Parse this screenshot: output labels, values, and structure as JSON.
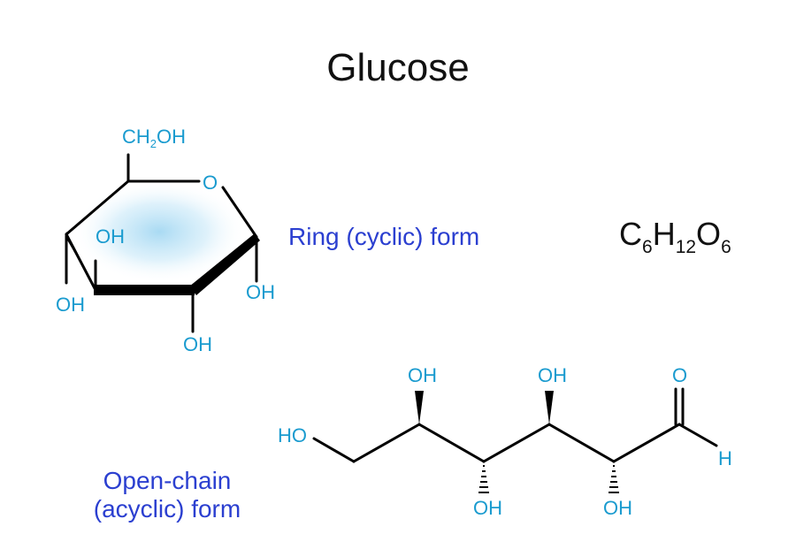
{
  "title": "Glucose",
  "ring_caption": "Ring (cyclic) form",
  "open_caption_line1": "Open-chain",
  "open_caption_line2": "(acyclic) form",
  "formula": {
    "c": "C",
    "c_n": "6",
    "h": "H",
    "h_n": "12",
    "o": "O",
    "o_n": "6"
  },
  "ring": {
    "ch2oh_ch": "CH",
    "ch2oh_sub": "2",
    "ch2oh_oh": "OH",
    "ring_o": "O",
    "oh_inner": "OH",
    "oh_left": "OH",
    "oh_right": "OH",
    "oh_bottom": "OH"
  },
  "chain": {
    "ho_start": "HO",
    "oh_up_1": "OH",
    "oh_up_2": "OH",
    "oh_down_1": "OH",
    "oh_down_2": "OH",
    "aldehyde_o": "O",
    "aldehyde_h": "H"
  },
  "colors": {
    "bond": "#000000",
    "atom": "#1a9bcf",
    "caption": "#2b3fd0",
    "glow": "#b9e2f5"
  }
}
